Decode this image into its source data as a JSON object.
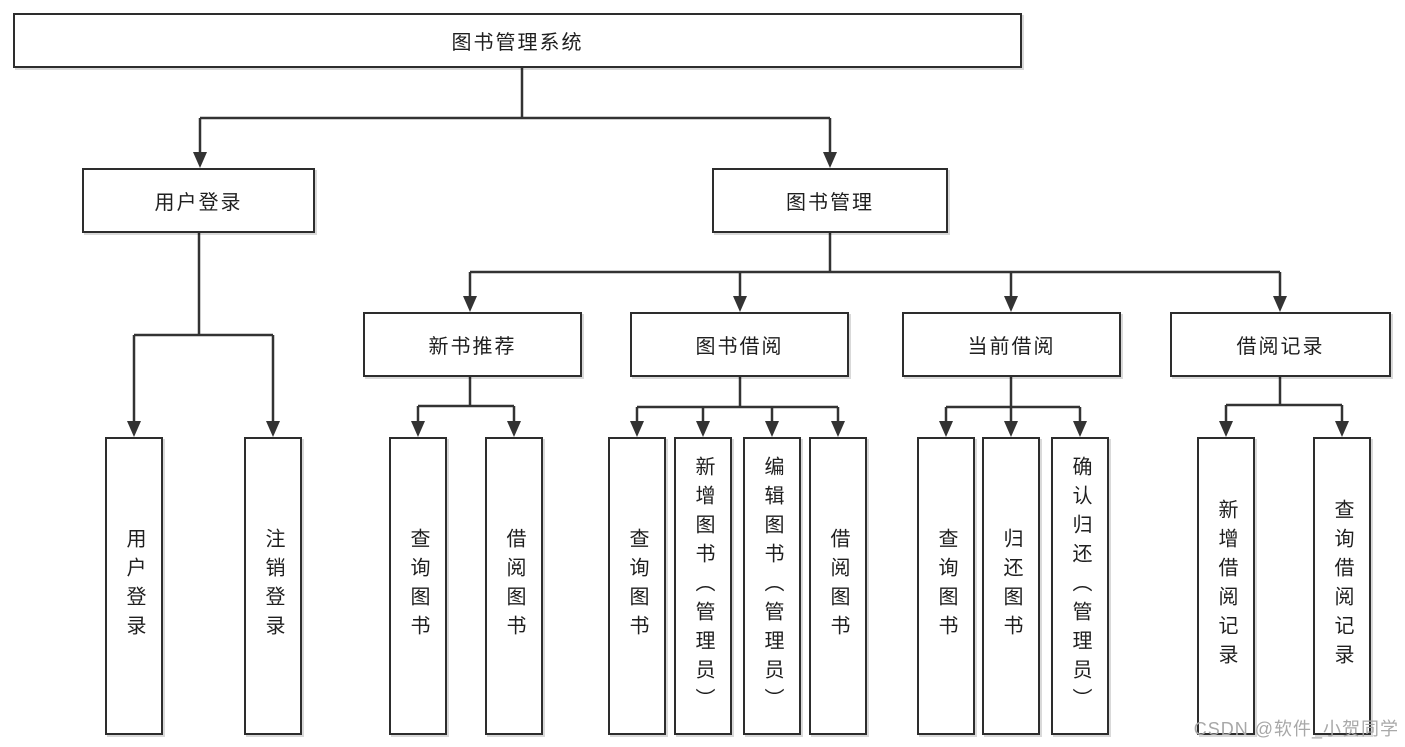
{
  "diagram": {
    "type": "hierarchy-flowchart",
    "root": {
      "label": "图书管理系统"
    },
    "level2": [
      {
        "label": "用户登录",
        "children": [
          "用户登录",
          "注销登录"
        ]
      },
      {
        "label": "图书管理"
      }
    ],
    "level3": [
      {
        "label": "新书推荐",
        "children": [
          "查询图书",
          "借阅图书"
        ]
      },
      {
        "label": "图书借阅",
        "children": [
          "查询图书",
          "新增图书（管理员）",
          "编辑图书（管理员）",
          "借阅图书"
        ]
      },
      {
        "label": "当前借阅",
        "children": [
          "查询图书",
          "归还图书",
          "确认归还（管理员）"
        ]
      },
      {
        "label": "借阅记录",
        "children": [
          "新增借阅记录",
          "查询借阅记录"
        ]
      }
    ]
  },
  "watermark": {
    "text": "CSDN @软件_小贺同学"
  },
  "colors": {
    "background": "#ffffff",
    "line": "#333333",
    "border": "#2d2d2d",
    "fill": "#ffffff",
    "text": "#1f1f1f",
    "watermark": "#a8a8a8"
  }
}
